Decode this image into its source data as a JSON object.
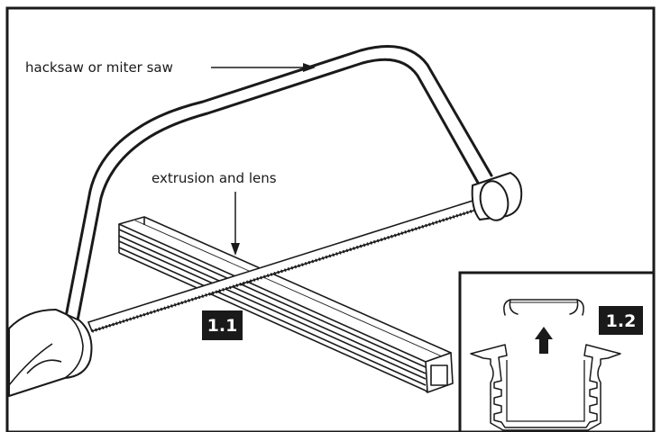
{
  "labels": {
    "saw": "hacksaw or miter saw",
    "extrusion": "extrusion and lens"
  },
  "steps": {
    "main": "1.1",
    "inset": "1.2"
  },
  "colors": {
    "line": "#1a1a1a",
    "badge": "#1a1a1a",
    "handle": "#ffffff"
  }
}
